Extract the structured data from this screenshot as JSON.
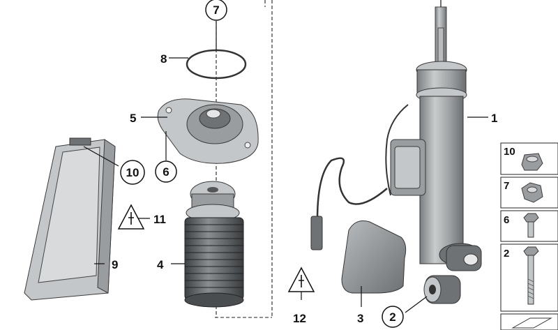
{
  "callouts": {
    "p1": "1",
    "p2": "2",
    "p3": "3",
    "p4": "4",
    "p5": "5",
    "p6": "6",
    "p7": "7",
    "p8": "8",
    "p9": "9",
    "p10": "10",
    "p11": "11",
    "p12": "12"
  },
  "legend": [
    {
      "num": "10",
      "part": "nut-flanged"
    },
    {
      "num": "7",
      "part": "nut-hex"
    },
    {
      "num": "6",
      "part": "bolt-short"
    },
    {
      "num": "2",
      "part": "bolt-long"
    }
  ],
  "colors": {
    "metal": "#9a9d9f",
    "metal_light": "#c4c7c9",
    "metal_dark": "#6f7274",
    "line": "#111111"
  }
}
